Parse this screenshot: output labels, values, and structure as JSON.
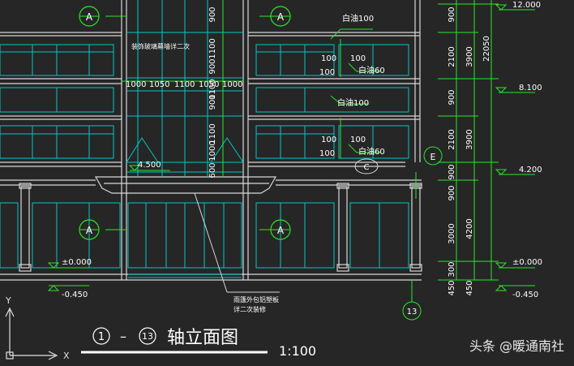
{
  "title": {
    "axis_from": "1",
    "dash": "–",
    "axis_to": "13",
    "name": "轴立面图",
    "scale": "1:100"
  },
  "watermark": "头条 @暖通南社",
  "section_marks": {
    "letter": "A"
  },
  "axis_tags": {
    "e": "E",
    "c": "C",
    "n13": "13"
  },
  "ucs": {
    "x": "X",
    "y": "Y"
  },
  "notes": {
    "glass_curtain": "装饰玻璃幕墙详二次",
    "canopy_1": "雨篷外包铝塑板",
    "canopy_2": "详二次装修"
  },
  "window_dims": [
    "1000",
    "1050",
    "1100",
    "1050",
    "1000"
  ],
  "curtain_vertical_dims": [
    "900",
    "1100",
    "900",
    "1100",
    "900",
    "1100",
    "1000",
    "600"
  ],
  "slab_labels": {
    "s1": "4.500",
    "s2": "±0.000",
    "s3": "-0.450"
  },
  "annotations": {
    "a1": "白油100",
    "a2": "100",
    "a3": "100",
    "a4": "白油60",
    "a5": "100",
    "a6": "白油100",
    "a7": "100",
    "a8": "100",
    "a9": "白油60",
    "a10": "100"
  },
  "right_dims_inner": [
    "900",
    "2100",
    "900",
    "2100",
    "900",
    "900",
    "3000",
    "300",
    "450"
  ],
  "right_dims_mid": [
    "3900",
    "3900",
    "4200",
    "450"
  ],
  "right_dims_total": "22050",
  "elevations": [
    {
      "label": "12.000"
    },
    {
      "label": "8.100"
    },
    {
      "label": "4.200"
    },
    {
      "label": "±0.000"
    },
    {
      "label": "-0.450"
    }
  ],
  "colors": {
    "background": "#262626",
    "structure": "#d8d8d8",
    "glazing": "#00c8c8",
    "dimension": "#29e629",
    "text": "#ffffff"
  }
}
